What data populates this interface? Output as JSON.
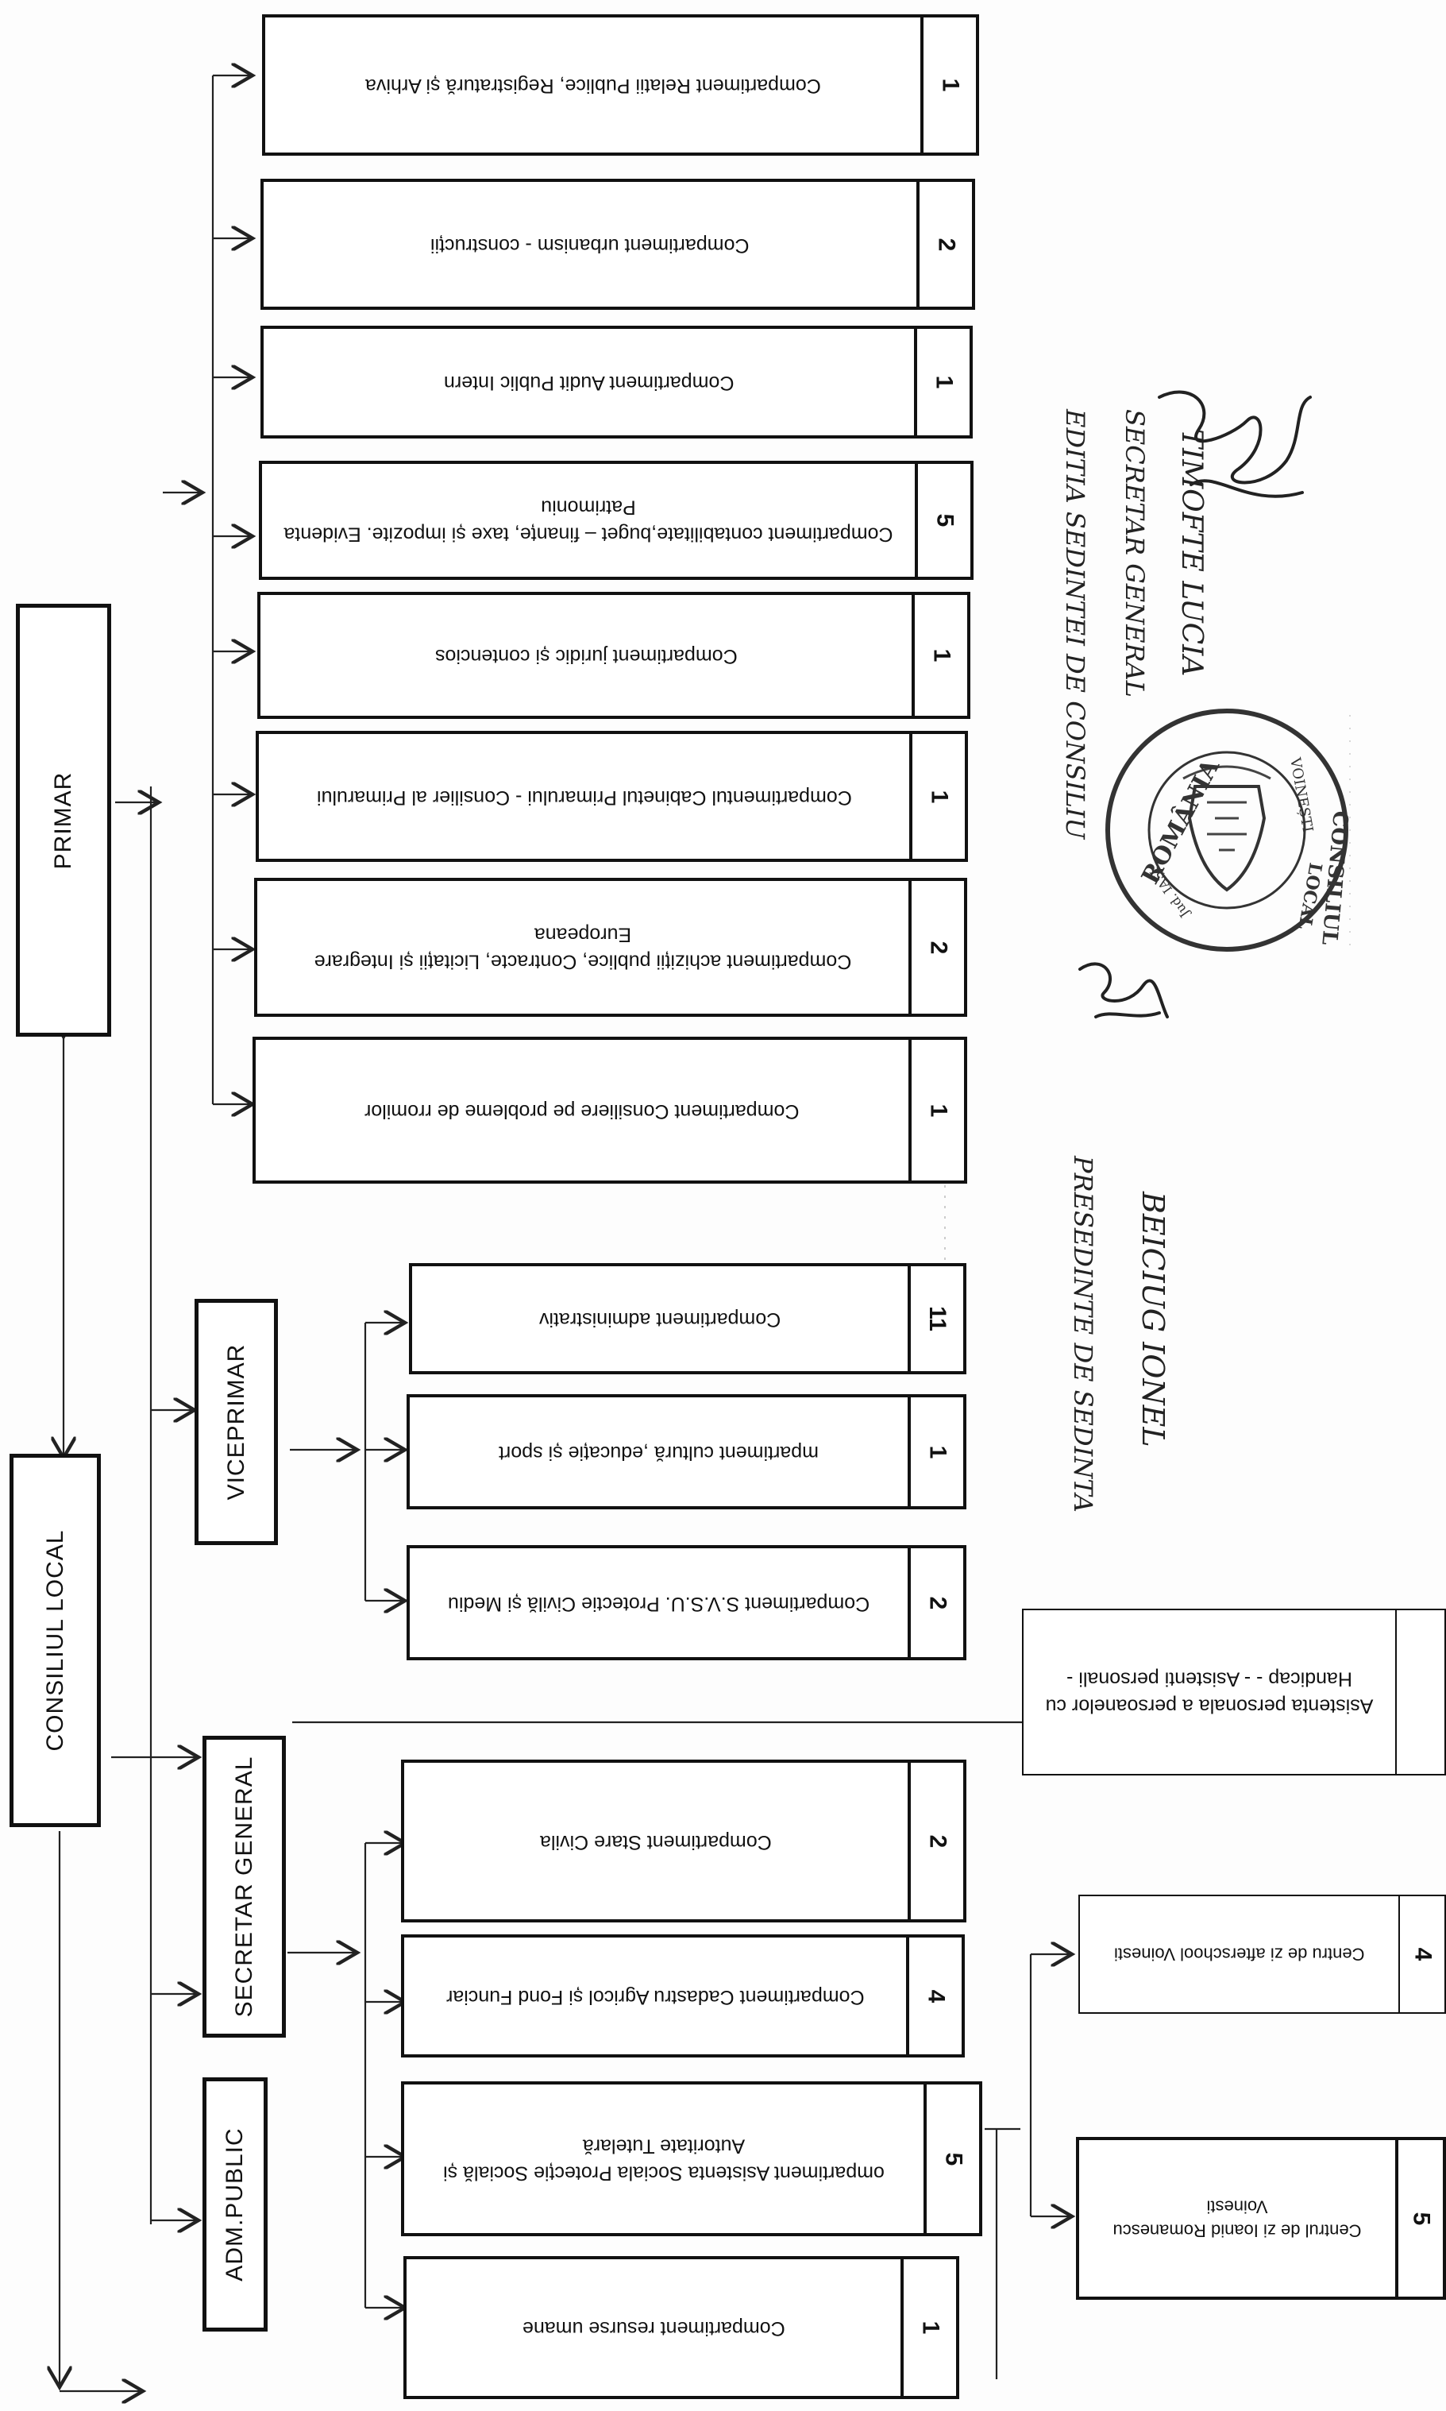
{
  "chart": {
    "council": "CONSILIUL LOCAL",
    "mayor": "PRIMAR",
    "deputy": "VICEPRIMAR",
    "secretary": "SECRETAR GENERAL",
    "admin": "ADM.PUBLIC"
  },
  "mayor_units": [
    {
      "label": "Compartiment Relatii Publice, Registratură și Arhiva",
      "count": "1"
    },
    {
      "label": "Compartiment urbanism - construcții",
      "count": "2"
    },
    {
      "label": "Compartiment  Audit Public Intern",
      "count": "1"
    },
    {
      "label": "Compartiment contabilitate,buget – finanțe, taxe și impozite. Evidenta Patrimoniu",
      "count": "5"
    },
    {
      "label": "Compartiment juridic și contencios",
      "count": "1"
    },
    {
      "label": "Compartimentul Cabinetul Primarului - Consilier al Primarului",
      "count": "1"
    },
    {
      "label": "Compartiment  achiziții publice, Contracte, Licitații și Integrare Europeana",
      "count": "2"
    },
    {
      "label": "Compartiment Consiliere   pe  probleme de rromilor",
      "count": "1"
    }
  ],
  "deputy_units": [
    {
      "label": "Compartiment administrativ",
      "count": "11"
    },
    {
      "label": "mpartiment cultură ,educație și sport",
      "count": "1"
    },
    {
      "label": "Compartiment S.V.S.U. Protectie Civilă și Mediu",
      "count": "2"
    }
  ],
  "assistant_box": {
    "label": "Asistenta personala a persoanelor cu Handicap - - Asistenti personali -"
  },
  "secretary_units": [
    {
      "label": "Compartiment Stare Civila",
      "count": "2"
    },
    {
      "label": "Compartiment  Cadastru Agricol și Fond Funciar",
      "count": "4"
    },
    {
      "label": "ompartiment Asistenta Sociala Protecție Socială și Autoritate Tutelară",
      "count": "5"
    },
    {
      "label": "Compartiment resurse umane",
      "count": "1"
    }
  ],
  "centers": [
    {
      "label": "Centru de zi afterschool Voinesti",
      "count": "4"
    },
    {
      "label": "Centrul de zi  Ioanid Romanescu Voinesti",
      "count": "5"
    }
  ],
  "handwriting": {
    "right_col1": "EDITIA SEDINTEI DE CONSILIU",
    "right_col2": "SECRETAR GENERAL",
    "right_col3": "TIMOFTE LUCIA",
    "left_col1": "PRESEDINTE DE SEDINTA",
    "left_col2": "BEICIUG IONEL"
  },
  "stamp": {
    "outer_text": "ROMÂNIA ★ CONSILIUL LOCAL VOINEȘTI ★ Jud. IAȘI"
  }
}
